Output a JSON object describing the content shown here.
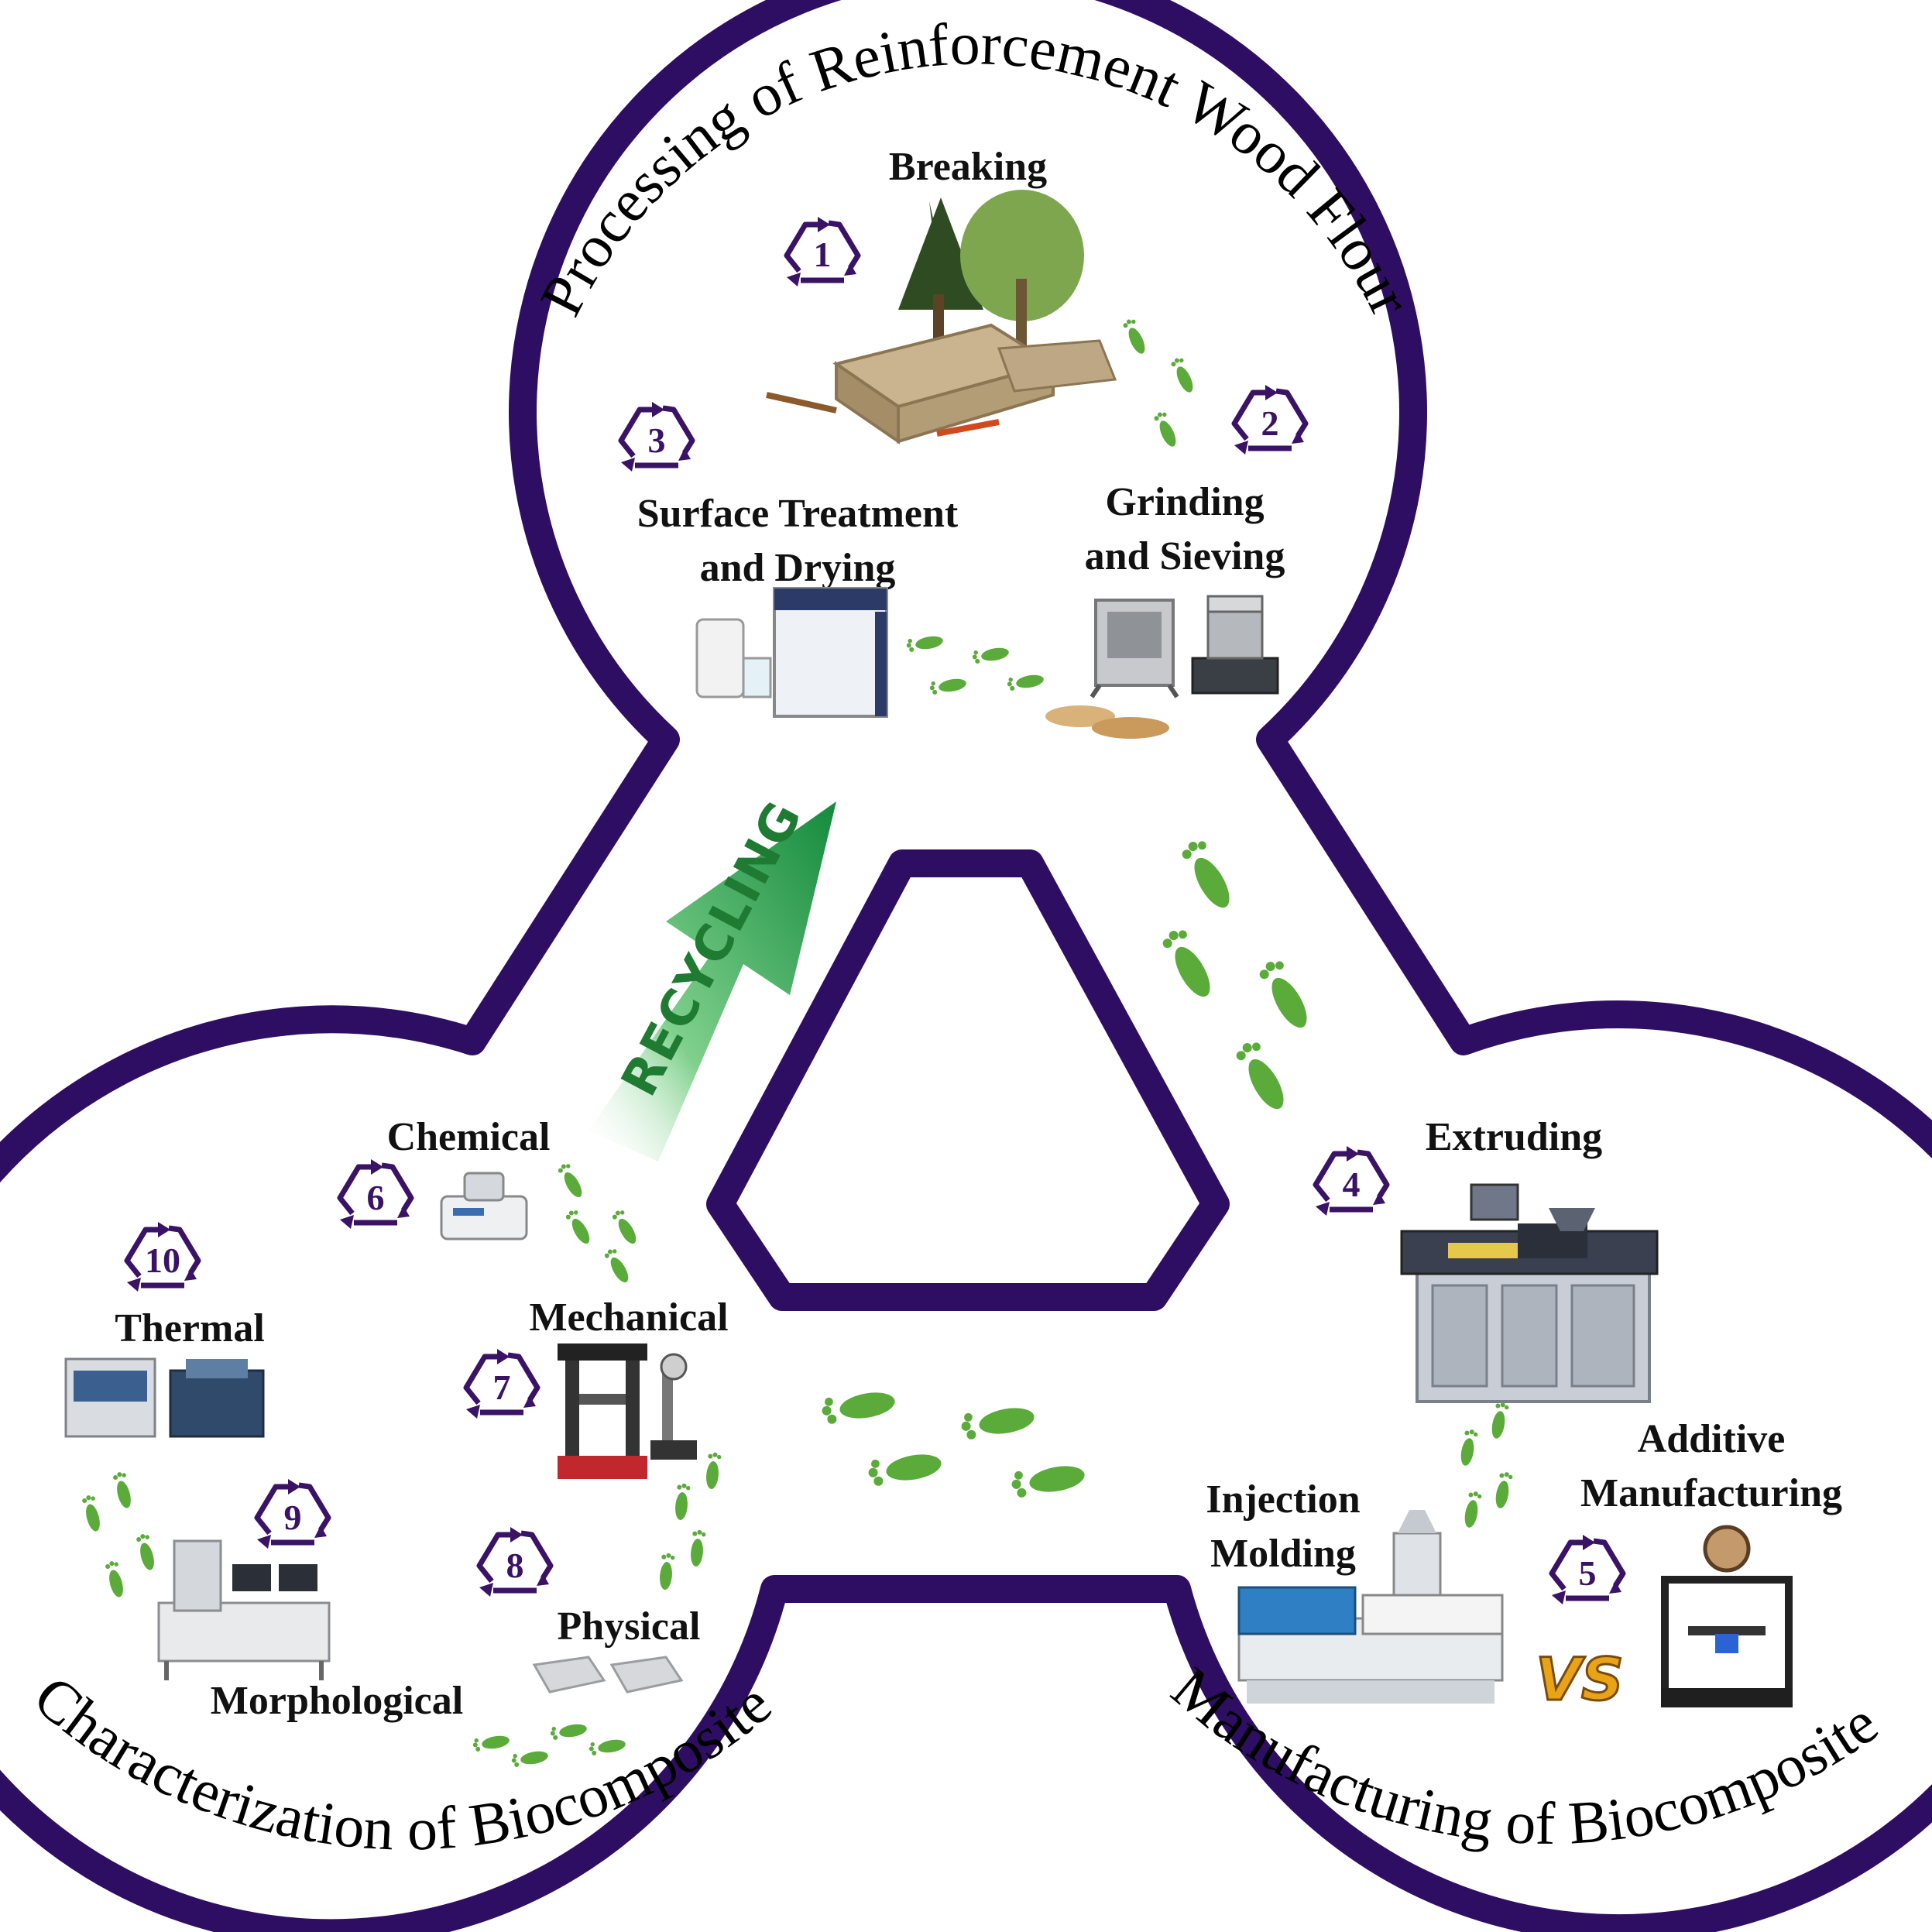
{
  "colors": {
    "outline": "#2e0e63",
    "step_icon": "#3a1266",
    "footprint": "#5aab3a",
    "arrow": "#2a9b47",
    "vs": "#e8a317"
  },
  "sections": {
    "processing_title": "Processing of Reinforcement Wood Flour",
    "manufacturing_title": "Manufacturing of Biocomposite",
    "characterization_title": "Characterization of Biocomposite"
  },
  "recycling": {
    "label": "RECYCLING",
    "icon": "arrow-up-right-icon"
  },
  "vs_label": "VS",
  "steps": [
    {
      "number": "1",
      "lines": [
        "Breaking"
      ],
      "icon": "recycle-icon"
    },
    {
      "number": "2",
      "lines": [
        "Grinding",
        "and Sieving"
      ],
      "icon": "recycle-icon"
    },
    {
      "number": "3",
      "lines": [
        "Surface Treatment",
        "and Drying"
      ],
      "icon": "recycle-icon"
    },
    {
      "number": "4",
      "lines": [
        "Extruding"
      ],
      "icon": "recycle-icon"
    },
    {
      "number": "5",
      "lines": [
        "Injection",
        "Molding"
      ],
      "lines_b": [
        "Additive",
        "Manufacturing"
      ],
      "icon": "recycle-icon"
    },
    {
      "number": "6",
      "lines": [
        "Chemical"
      ],
      "icon": "recycle-icon"
    },
    {
      "number": "7",
      "lines": [
        "Mechanical"
      ],
      "icon": "recycle-icon"
    },
    {
      "number": "8",
      "lines": [
        "Physical"
      ],
      "icon": "recycle-icon"
    },
    {
      "number": "9",
      "lines": [
        "Morphological"
      ],
      "icon": "recycle-icon"
    },
    {
      "number": "10",
      "lines": [
        "Thermal"
      ],
      "icon": "recycle-icon"
    }
  ]
}
